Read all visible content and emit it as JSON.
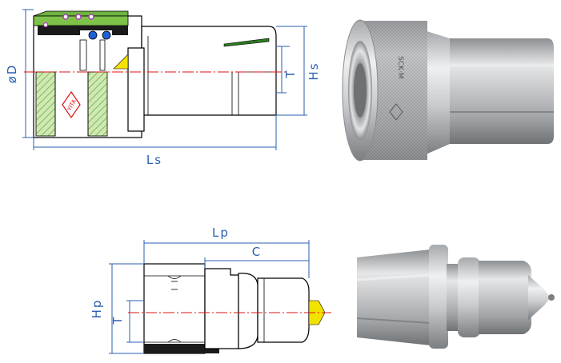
{
  "colors": {
    "dimension": "#2a5fb0",
    "centerline": "#e01010",
    "hatch_green": "#7fc24a",
    "seal_yellow": "#f2e200",
    "oring_blue": "#1f5fd6",
    "oring_magenta": "#b03cc0",
    "seal_dark": "#1a1a1a",
    "metal_light": "#d8d9da",
    "metal_dark": "#8c8e90"
  },
  "socket": {
    "dimensions": {
      "od": "øD",
      "ls": "Ls",
      "hs": "Hs",
      "t": "T"
    },
    "logo_text": "YITA"
  },
  "plug": {
    "dimensions": {
      "lp": "Lp",
      "c": "C",
      "hp": "Hp",
      "t": "T"
    }
  },
  "photos": {
    "socket_photo": "socket-photo",
    "plug_photo": "plug-photo"
  }
}
